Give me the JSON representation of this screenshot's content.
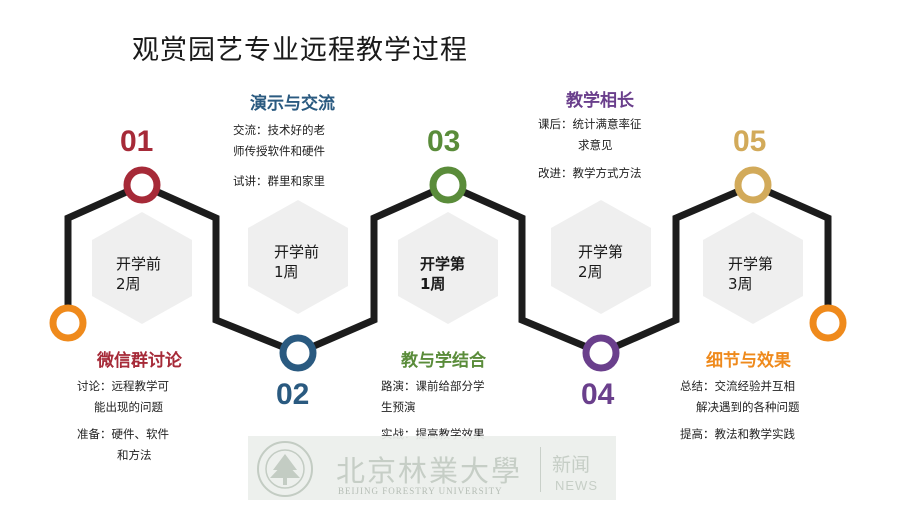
{
  "title": "观赏园艺专业远程教学过程",
  "colors": {
    "line": "#1c1c1c",
    "hexagon": "#efefef",
    "orange": "#ef8a1c",
    "red": "#a62a38",
    "blue": "#2a5a80",
    "green": "#5a8c3a",
    "purple": "#6a3f8c",
    "gold": "#d2aa5a"
  },
  "stages": [
    {
      "number": "01",
      "title": "微信群讨论",
      "hexagon": [
        "开学前",
        "2周"
      ],
      "notes": [
        "讨论：远程教学可",
        "能出现的问题",
        "准备：硬件、软件",
        "和方法"
      ]
    },
    {
      "number": "02",
      "title": "演示与交流",
      "hexagon": [
        "开学前",
        "1周"
      ],
      "notes": [
        "交流：技术好的老",
        "师传授软件和硬件",
        "试讲：群里和家里"
      ]
    },
    {
      "number": "03",
      "title": "教与学结合",
      "hexagon": [
        "开学第",
        "1周"
      ],
      "notes": [
        "路演：课前给部分学",
        "生预演",
        "实战：提高教学效果"
      ]
    },
    {
      "number": "04",
      "title": "教学相长",
      "hexagon": [
        "开学第",
        "2周"
      ],
      "notes": [
        "课后：统计满意率征",
        "求意见",
        "改进：教学方式方法"
      ]
    },
    {
      "number": "05",
      "title": "细节与效果",
      "hexagon": [
        "开学第",
        "3周"
      ],
      "notes": [
        "总结：交流经验并互相",
        "解决遇到的各种问题",
        "提高：教法和教学实践"
      ]
    }
  ],
  "watermark": {
    "name": "北京林業大學",
    "english": "BEIJING FORESTRY UNIVERSITY",
    "news": "新闻",
    "news_en": "NEWS"
  }
}
